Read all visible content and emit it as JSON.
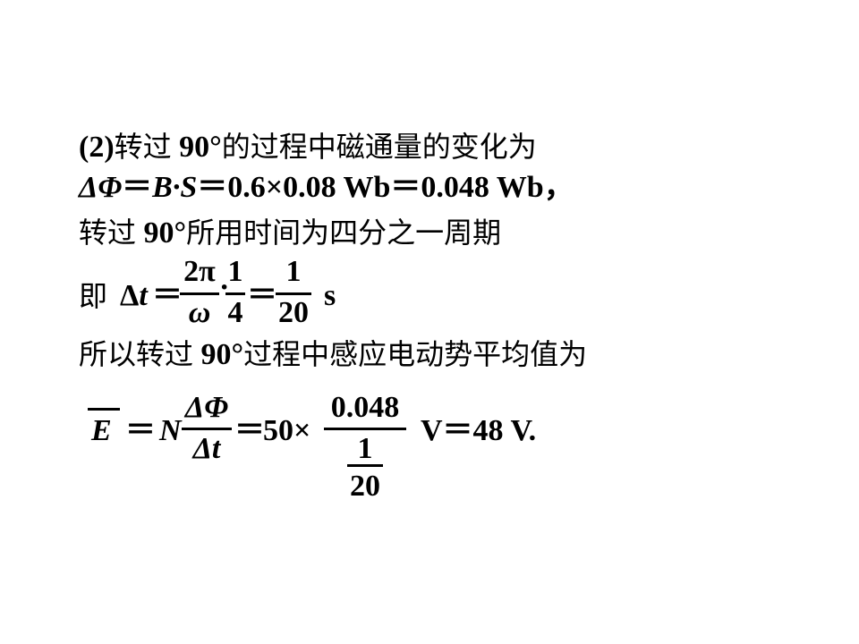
{
  "slide": {
    "line1": {
      "prefix": "(2)",
      "cn_a": "转过",
      "deg": "90°",
      "cn_b": "的过程中磁通量的变化为"
    },
    "line2": {
      "d_phi": "ΔΦ",
      "eq1": "＝",
      "bs": "B·S",
      "eq2": "＝",
      "rhs": "0.6×0.08 Wb＝0.048 Wb，"
    },
    "line3": {
      "cn_a": "转过",
      "deg": "90°",
      "cn_b": "所用时间为四分之一周期"
    },
    "line4": {
      "cn_ji": "即",
      "dt": "Δt",
      "eq1": "＝",
      "frac1_num": "2π",
      "frac1_den": "ω",
      "dot": "·",
      "frac2_num": "1",
      "frac2_den": "4",
      "eq2": "＝",
      "frac3_num": "1",
      "frac3_den": "20",
      "unit": "s"
    },
    "line5": {
      "cn_a": "所以转过",
      "deg": "90°",
      "cn_b": "过程中感应电动势平均值为"
    },
    "line6": {
      "e_bar": "E",
      "eq1": "＝",
      "n": "N",
      "frac_num": "ΔΦ",
      "frac_den": "Δt",
      "eq2": "＝",
      "fifty_times": "50×",
      "big_num": "0.048",
      "small_num": "1",
      "small_den": "20",
      "result": "V＝48 V."
    }
  }
}
